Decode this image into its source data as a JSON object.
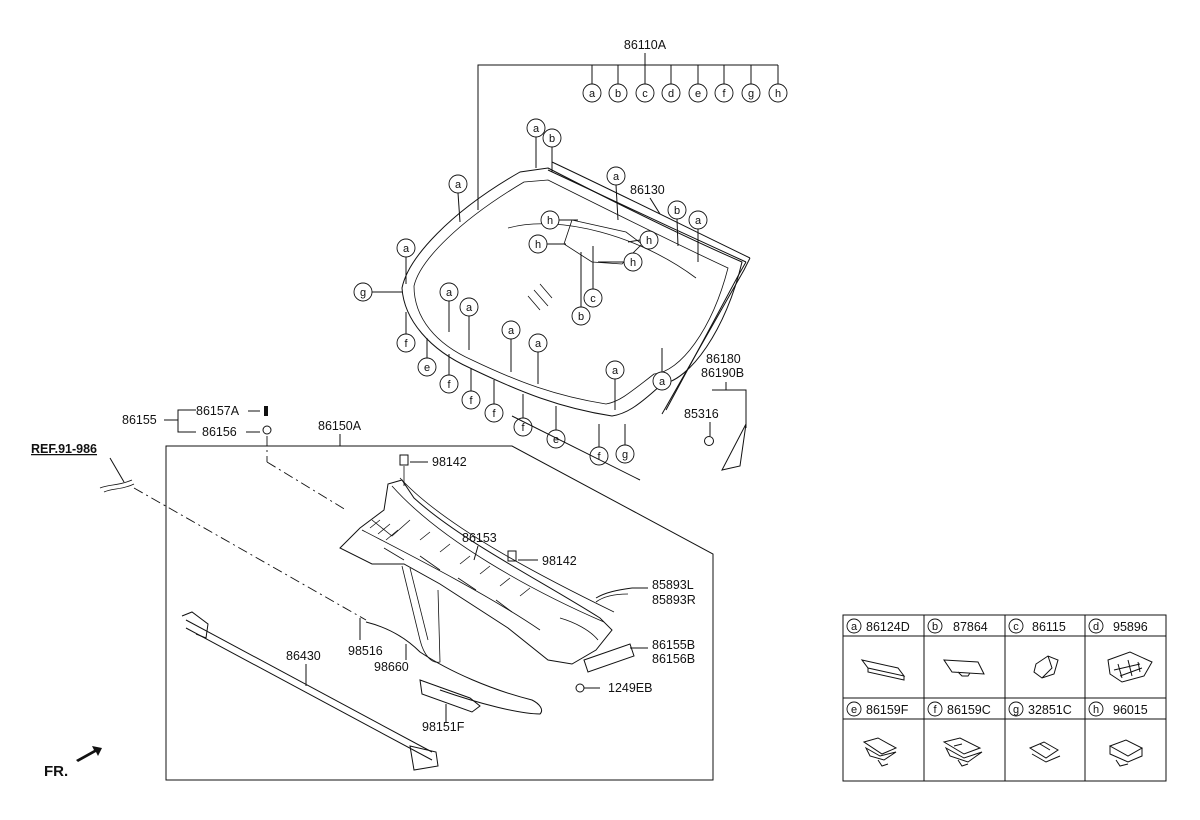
{
  "parts": {
    "p86110A": "86110A",
    "p86130": "86130",
    "p86180": "86180",
    "p86190B": "86190B",
    "p85316": "85316",
    "p86155": "86155",
    "p86157A": "86157A",
    "p86156": "86156",
    "p86150A": "86150A",
    "ref": "REF.91-986",
    "p98142a": "98142",
    "p98142b": "98142",
    "p86153": "86153",
    "p85893L": "85893L",
    "p85893R": "85893R",
    "p86155B": "86155B",
    "p86156B": "86156B",
    "p1249EB": "1249EB",
    "p98516": "98516",
    "p98660": "98660",
    "p86430": "86430",
    "p98151F": "98151F",
    "fr": "FR."
  },
  "header_codes": [
    "a",
    "b",
    "c",
    "d",
    "e",
    "f",
    "g",
    "h"
  ],
  "callouts": {
    "c1": "a",
    "c2": "b",
    "c3": "a",
    "c4": "a",
    "c5": "b",
    "c6": "a",
    "c7": "a",
    "c8": "g",
    "c9": "h",
    "c10": "h",
    "c11": "h",
    "c12": "h",
    "c13": "c",
    "c14": "b",
    "c15": "a",
    "c16": "a",
    "c17": "a",
    "c18": "a",
    "c19": "a",
    "c20": "a",
    "c21": "f",
    "c22": "e",
    "c23": "f",
    "c24": "f",
    "c25": "f",
    "c26": "f",
    "c27": "e",
    "c28": "f",
    "c29": "g"
  },
  "legend": [
    {
      "code": "a",
      "part": "86124D"
    },
    {
      "code": "b",
      "part": "87864"
    },
    {
      "code": "c",
      "part": "86115"
    },
    {
      "code": "d",
      "part": "95896"
    },
    {
      "code": "e",
      "part": "86159F"
    },
    {
      "code": "f",
      "part": "86159C"
    },
    {
      "code": "g",
      "part": "32851C"
    },
    {
      "code": "h",
      "part": "96015"
    }
  ]
}
